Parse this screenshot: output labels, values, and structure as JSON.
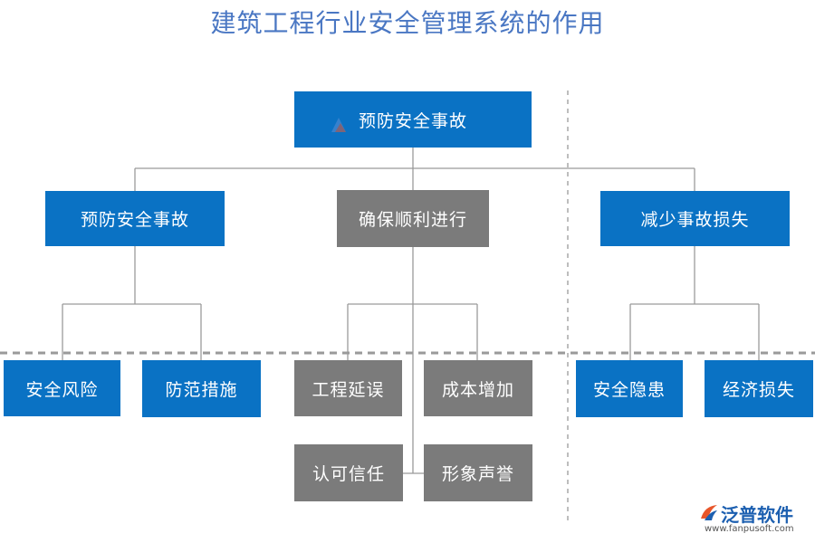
{
  "title": "建筑工程行业安全管理系统的作用",
  "root": {
    "label": "预防安全事故"
  },
  "level2": [
    {
      "label": "预防安全事故"
    },
    {
      "label": "确保顺利进行"
    },
    {
      "label": "减少事故损失"
    }
  ],
  "leaves": [
    {
      "label": "安全风险"
    },
    {
      "label": "防范措施"
    },
    {
      "label": "工程延误"
    },
    {
      "label": "成本增加"
    },
    {
      "label": "认可信任"
    },
    {
      "label": "形象声誉"
    },
    {
      "label": "安全隐患"
    },
    {
      "label": "经济损失"
    }
  ],
  "logo": {
    "brand": "泛普软件",
    "url": "www.fanpusoft.com"
  },
  "colors": {
    "blue": "#0a72c4",
    "gray": "#7b7b7b",
    "title": "#4a77c3"
  }
}
